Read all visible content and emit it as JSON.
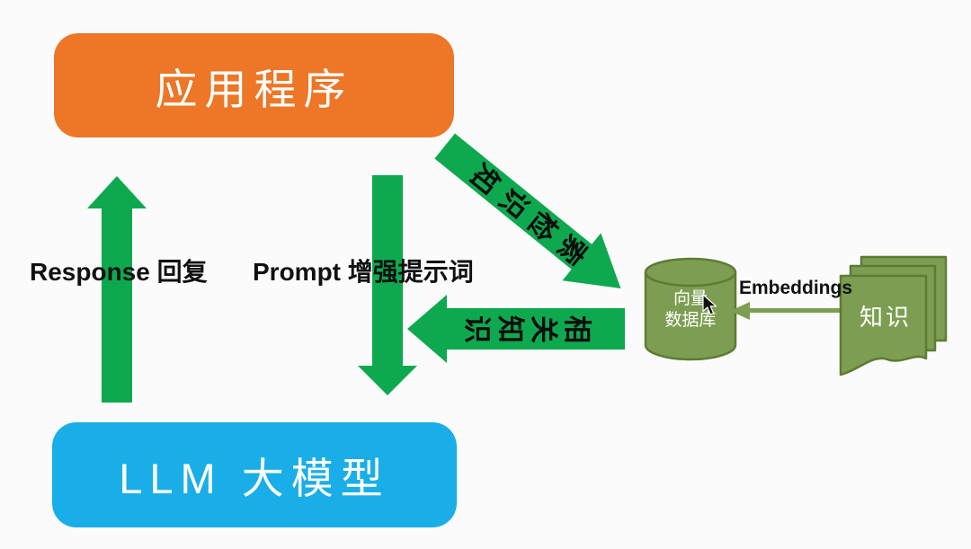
{
  "colors": {
    "bg": "#FBFBFB",
    "orange": "#ED7627",
    "blue": "#1AAEE8",
    "green": "#0EA94F",
    "olive": "#7D9E52",
    "olive_dark": "#5E7B34",
    "ink": "#111111"
  },
  "nodes": {
    "application": {
      "label": "应用程序"
    },
    "llm": {
      "label": "LLM 大模型"
    },
    "vector_db": {
      "label_line1": "向量",
      "label_line2": "数据库"
    },
    "knowledge": {
      "label": "知识"
    }
  },
  "edges": {
    "response": {
      "label": "Response 回复"
    },
    "prompt": {
      "label": "Prompt 增强提示词"
    },
    "retrieval": {
      "label": "知识检索",
      "chars": [
        "知",
        "识",
        "检",
        "索"
      ]
    },
    "related": {
      "label": "相关知识",
      "chars": [
        "相",
        "关",
        "知",
        "识"
      ]
    },
    "embeddings": {
      "label": "Embeddings"
    }
  }
}
